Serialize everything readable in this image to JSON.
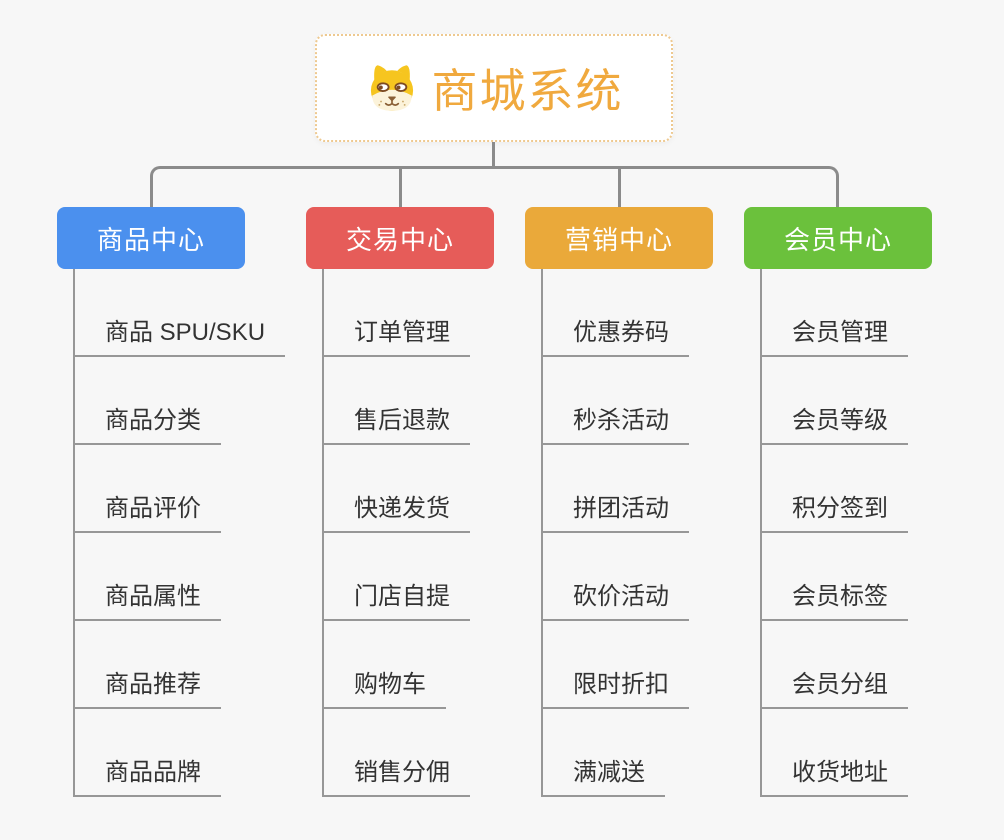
{
  "theme": {
    "bg": "#f7f7f7",
    "line": "#8b8b8b",
    "underline": "#979797",
    "item_text": "#333333",
    "root_text": "#f0a93e",
    "root_border": "#eec990"
  },
  "root": {
    "title": "商城系统",
    "icon": "dog-face-icon"
  },
  "branches": [
    {
      "label": "商品中心",
      "color": "#4b90ee",
      "items": [
        "商品 SPU/SKU",
        "商品分类",
        "商品评价",
        "商品属性",
        "商品推荐",
        "商品品牌"
      ]
    },
    {
      "label": "交易中心",
      "color": "#e65c59",
      "items": [
        "订单管理",
        "售后退款",
        "快递发货",
        "门店自提",
        "购物车",
        "销售分佣"
      ]
    },
    {
      "label": "营销中心",
      "color": "#eaa93a",
      "items": [
        "优惠券码",
        "秒杀活动",
        "拼团活动",
        "砍价活动",
        "限时折扣",
        "满减送"
      ]
    },
    {
      "label": "会员中心",
      "color": "#6bc13c",
      "items": [
        "会员管理",
        "会员等级",
        "积分签到",
        "会员标签",
        "会员分组",
        "收货地址"
      ]
    }
  ]
}
